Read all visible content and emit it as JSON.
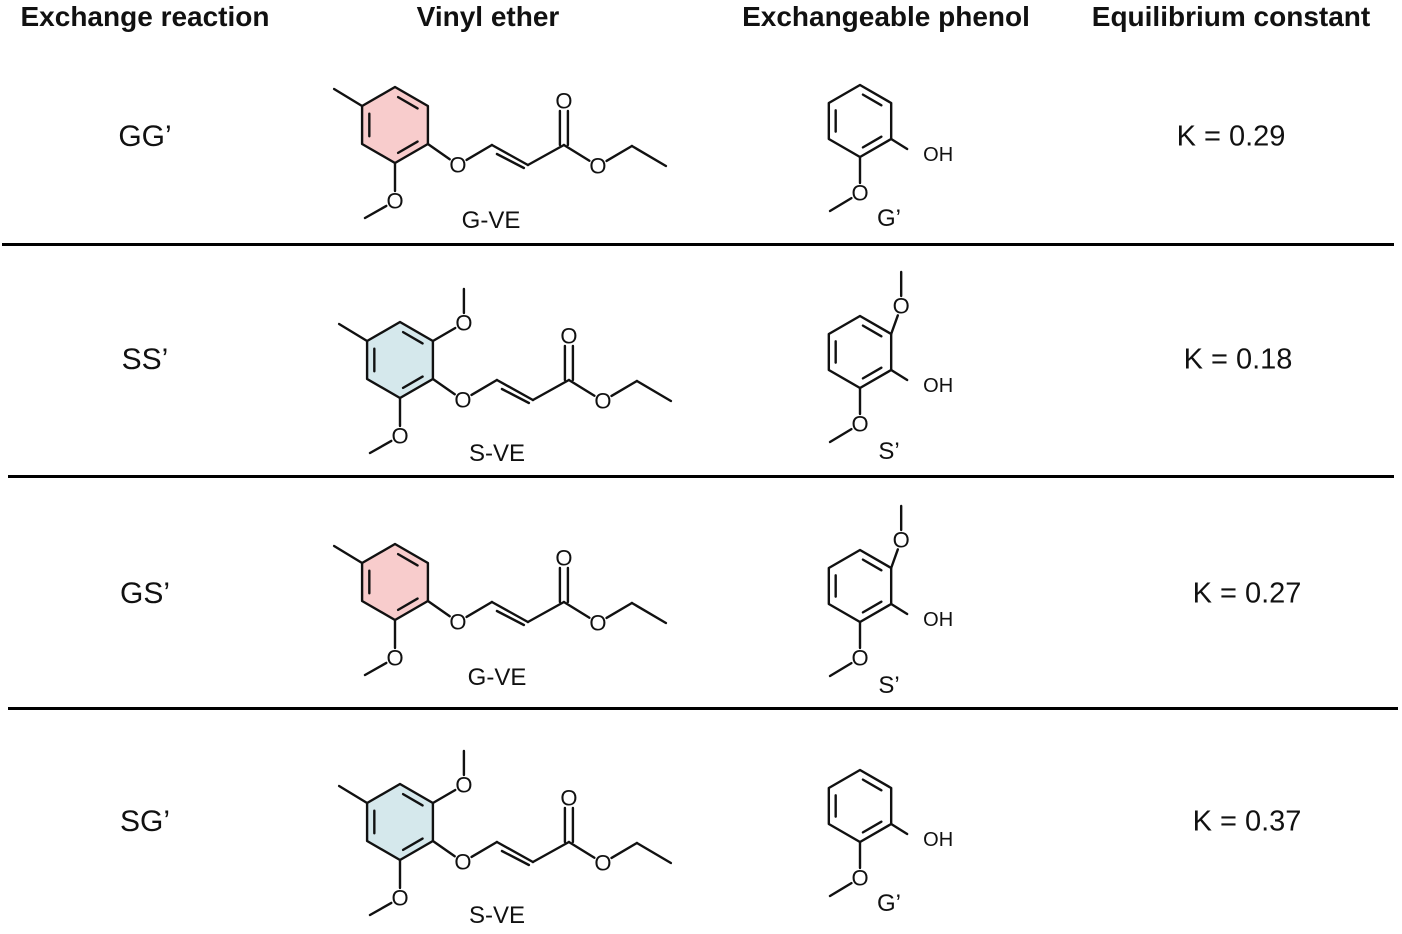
{
  "headers": {
    "reaction": "Exchange reaction",
    "vinyl_ether": "Vinyl ether",
    "phenol": "Exchangeable phenol",
    "constant": "Equilibrium constant"
  },
  "rows": [
    {
      "reaction": "GG’",
      "ve_type": "G",
      "ve_label": "G-VE",
      "phenol_type": "G",
      "phenol_label": "G’",
      "k": "K = 0.29"
    },
    {
      "reaction": "SS’",
      "ve_type": "S",
      "ve_label": "S-VE",
      "phenol_type": "S",
      "phenol_label": "S’",
      "k": "K = 0.18"
    },
    {
      "reaction": "GS’",
      "ve_type": "G",
      "ve_label": "G-VE",
      "phenol_type": "S",
      "phenol_label": "S’",
      "k": "K = 0.27"
    },
    {
      "reaction": "SG’",
      "ve_type": "S",
      "ve_label": "S-VE",
      "phenol_type": "G",
      "phenol_label": "G’",
      "k": "K = 0.37"
    }
  ],
  "atoms": {
    "oxygen": "O",
    "hydroxyl": "OH"
  },
  "colors": {
    "guaiacyl_ring": "#f8cccc",
    "syringyl_ring": "#d5e8ec",
    "line": "#111111",
    "separator": "#000000"
  }
}
